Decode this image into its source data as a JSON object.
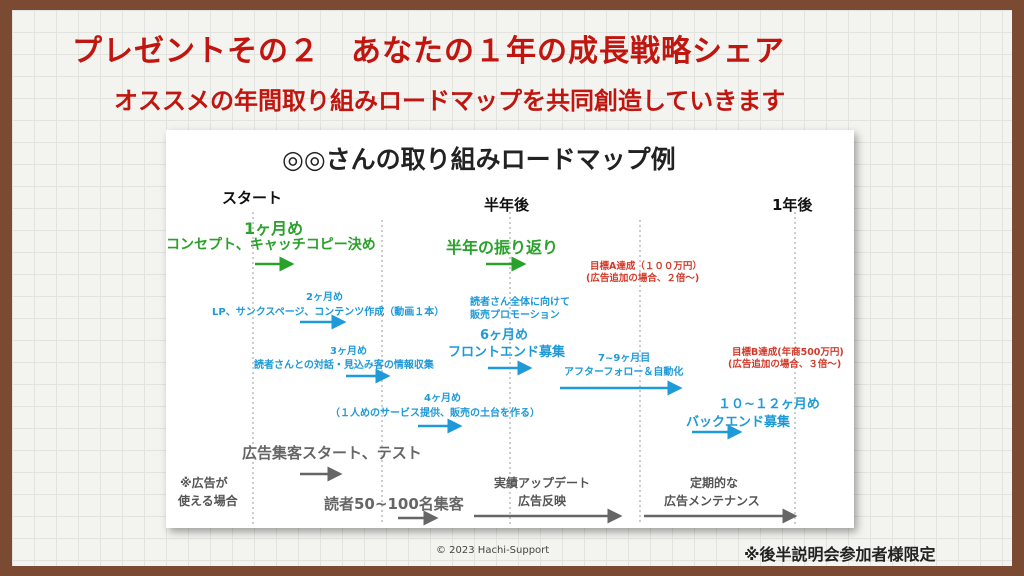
{
  "header": {
    "title": "プレゼントその２　あなたの１年の成長戦略シェア",
    "subtitle": "オススメの年間取り組みロードマップを共同創造していきます"
  },
  "roadmap": {
    "title": "◎◎さんの取り組みロードマップ例",
    "milestones": {
      "start": "スタート",
      "half": "半年後",
      "year": "1年後"
    },
    "month1": {
      "label": "1ヶ月め",
      "text": "コンセプト、キャッチコピー決め"
    },
    "half_review": "半年の振り返り",
    "goal_a": {
      "line1": "目標A達成（１００万円）",
      "line2": "(広告追加の場合、２倍〜)"
    },
    "month2": {
      "label": "2ヶ月め",
      "text": "LP、サンクスページ、コンテンツ作成（動画１本）"
    },
    "reader_promo": {
      "line1": "読者さん全体に向けて",
      "line2": "販売プロモーション"
    },
    "month6": {
      "label": "6ヶ月め",
      "text": "フロントエンド募集"
    },
    "month3": {
      "label": "3ヶ月め",
      "text": "読者さんとの対話・見込み客の情報収集"
    },
    "month7_9": {
      "label": "7~9ヶ月目",
      "text": "アフターフォロー＆自動化"
    },
    "goal_b": {
      "line1": "目標B達成(年商500万円)",
      "line2": "(広告追加の場合、３倍〜)"
    },
    "month4": {
      "label": "4ヶ月め",
      "text": "（１人めのサービス提供、販売の土台を作る）"
    },
    "month10_12": {
      "label": "１０~１２ヶ月め",
      "text": "バックエンド募集"
    },
    "ad_start": "広告集客スタート、テスト",
    "ad_note": {
      "line1": "※広告が",
      "line2": "使える場合"
    },
    "readers": "読者50~100名集客",
    "update": {
      "line1": "実績アップデート",
      "line2": "広告反映"
    },
    "maintenance": {
      "line1": "定期的な",
      "line2": "広告メンテナンス"
    }
  },
  "footer": {
    "copyright": "© 2023 Hachi-Support",
    "note": "※後半説明会参加者様限定"
  },
  "colors": {
    "title_red": "#c0160f",
    "green": "#2aa12a",
    "blue": "#1e9ad8",
    "red": "#d33a2b",
    "gray": "#666666",
    "frame": "#7a4a32"
  }
}
